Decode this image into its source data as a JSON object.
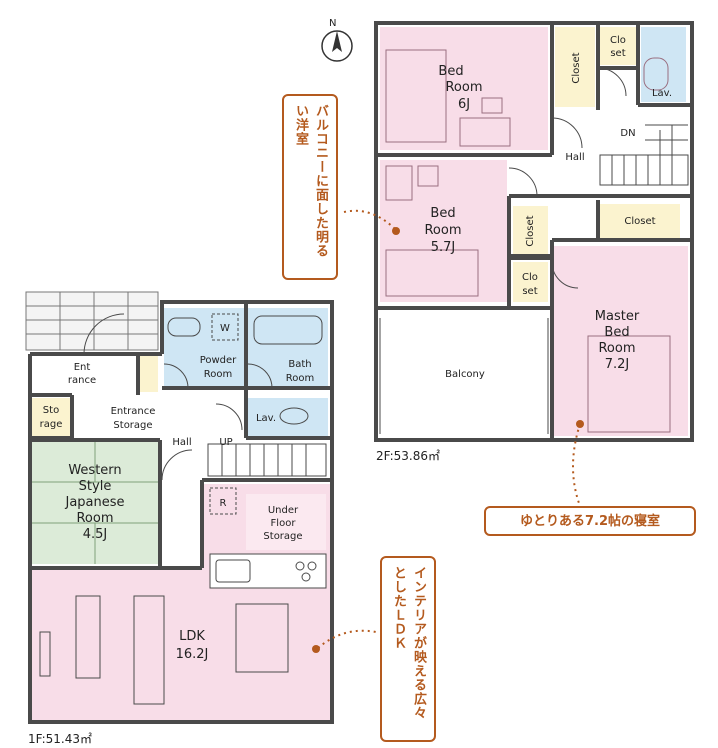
{
  "colors": {
    "wall": "#4a4a4a",
    "pink": "#f8dde8",
    "blue": "#cfe6f4",
    "green": "#dcebd8",
    "yellow": "#fbf3cf",
    "callout": "#b45a1e",
    "dot": "#b45a1e"
  },
  "icons": {
    "compass": "compass-north-icon"
  },
  "compass": {
    "label": "N"
  },
  "floor2": {
    "area": "2F:53.86㎡",
    "bed_room_1": {
      "line1": "Bed",
      "line2": "Room",
      "size": "6J"
    },
    "bed_room_2": {
      "line1": "Bed",
      "line2": "Room",
      "size": "5.7J"
    },
    "master": {
      "line1": "Master",
      "line2": "Bed",
      "line3": "Room",
      "size": "7.2J"
    },
    "closet_a": "Closet",
    "closet_b": "Closet",
    "closet_c": "Closet",
    "closet_top": {
      "line1": "Clo",
      "line2": "set"
    },
    "closet_mid": {
      "line1": "Clo",
      "line2": "set"
    },
    "lav": "Lav.",
    "hall": "Hall",
    "dn": "DN",
    "balcony": "Balcony"
  },
  "floor1": {
    "area": "1F:51.43㎡",
    "entrance": {
      "line1": "Ent",
      "line2": "rance"
    },
    "storage": {
      "line1": "Sto",
      "line2": "rage"
    },
    "entrance_storage": {
      "line1": "Entrance",
      "line2": "Storage"
    },
    "powder": {
      "line1": "Powder",
      "line2": "Room"
    },
    "bath": {
      "line1": "Bath",
      "line2": "Room"
    },
    "lav": "Lav.",
    "washer": "W",
    "hall": "Hall",
    "up": "UP",
    "japanese": {
      "line1": "Western",
      "line2": "Style",
      "line3": "Japanese",
      "line4": "Room",
      "size": "4.5J"
    },
    "under_floor": {
      "line1": "Under",
      "line2": "Floor",
      "line3": "Storage"
    },
    "refrigerator": "R",
    "ldk": {
      "line1": "LDK",
      "line2": "16.2J"
    }
  },
  "callouts": {
    "balcony_room": "バルコニーに面した明るい洋室",
    "master_room": "ゆとりある7.2帖の寝室",
    "ldk": "インテリアが映える広々としたＬＤＫ"
  }
}
